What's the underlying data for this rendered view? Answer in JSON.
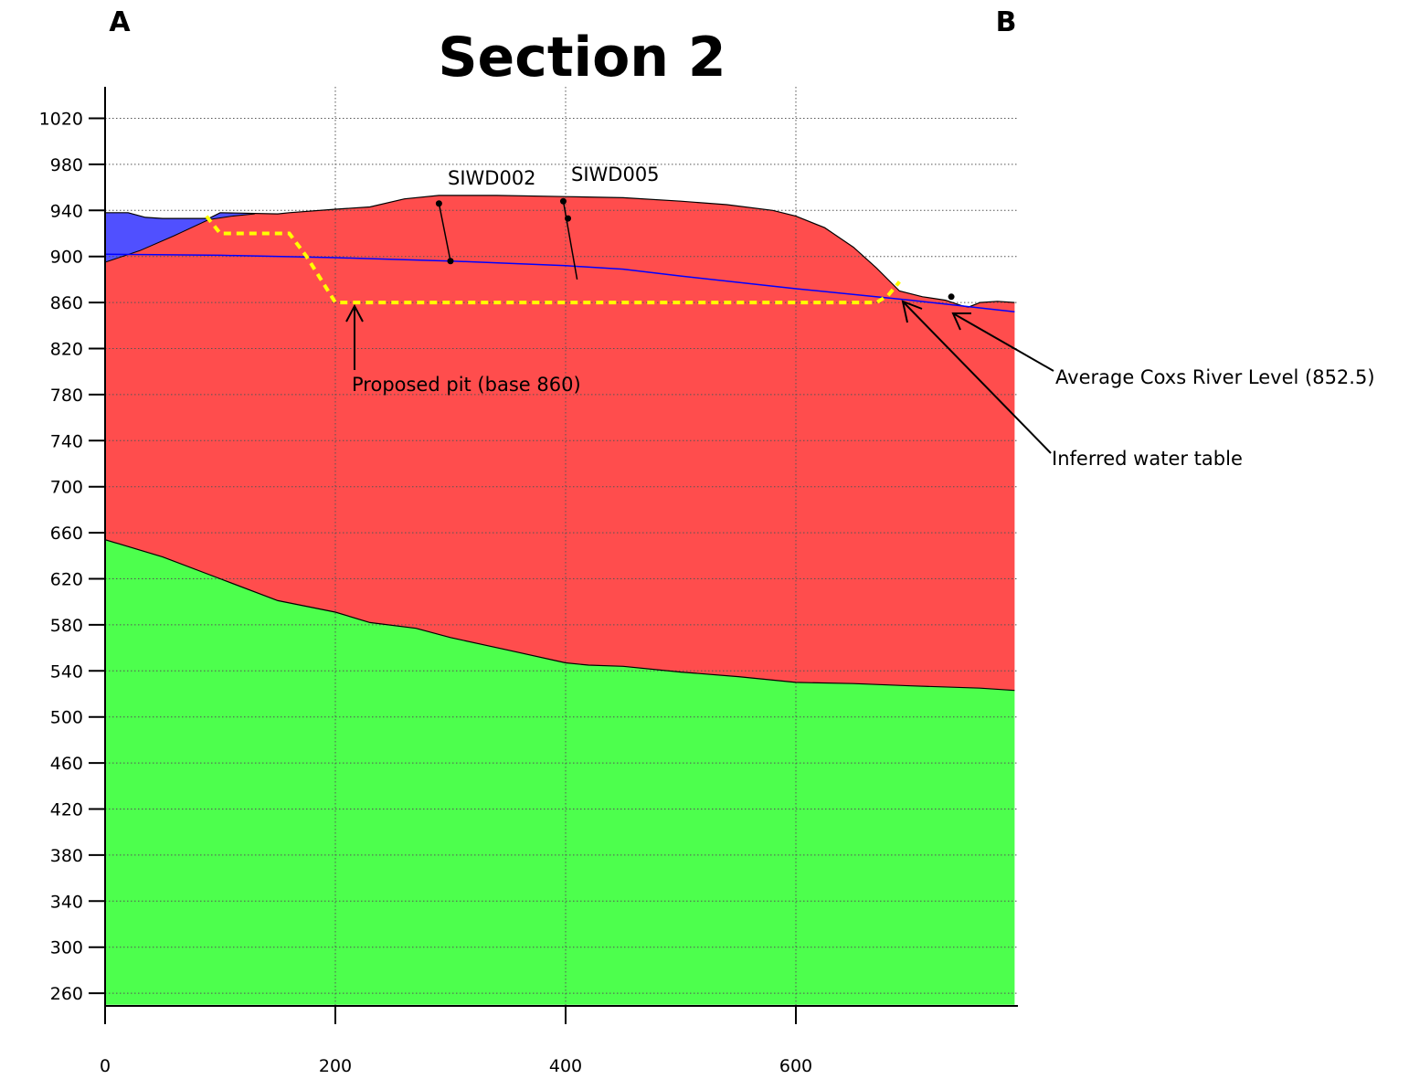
{
  "chart_data": {
    "type": "area",
    "title": "Section 2",
    "corner_labels": {
      "left": "A",
      "right": "B"
    },
    "xlabel": "",
    "ylabel": "",
    "xlim": [
      0,
      790
    ],
    "ylim": [
      250,
      1050
    ],
    "x_ticks": [
      0,
      200,
      400,
      600
    ],
    "y_ticks": [
      260,
      300,
      340,
      380,
      420,
      460,
      500,
      540,
      580,
      620,
      660,
      700,
      740,
      780,
      820,
      860,
      900,
      940,
      980,
      1020
    ],
    "grid": true,
    "colors": {
      "blue_unit": "#5050ff",
      "red_unit": "#ff4d4d",
      "green_unit": "#4dff4d",
      "water_table": "#0000ff",
      "pit_outline": "#ffff00"
    },
    "series": [
      {
        "id": "ground-surface",
        "x": [
          0,
          20,
          35,
          50,
          90,
          100,
          150,
          160,
          200,
          230,
          260,
          290,
          340,
          400,
          450,
          500,
          540,
          580,
          600,
          625,
          650,
          670,
          690,
          710,
          730,
          745,
          750,
          760,
          775,
          790
        ],
        "y": [
          938,
          938,
          934,
          933,
          933,
          938,
          937,
          938,
          941,
          943,
          950,
          953,
          953,
          952,
          951,
          948,
          945,
          940,
          935,
          925,
          908,
          890,
          870,
          865,
          862,
          857,
          856,
          860,
          861,
          860
        ]
      },
      {
        "id": "blue-unit-base",
        "x": [
          0,
          30,
          60,
          90,
          110,
          130
        ],
        "y": [
          895,
          905,
          918,
          932,
          935,
          937
        ]
      },
      {
        "id": "red-unit-base",
        "x": [
          0,
          50,
          100,
          150,
          200,
          230,
          270,
          300,
          350,
          400,
          420,
          450,
          500,
          550,
          600,
          650,
          700,
          760,
          790
        ],
        "y": [
          654,
          639,
          620,
          601,
          591,
          582,
          577,
          569,
          558,
          547,
          545,
          544,
          539,
          535,
          530,
          529,
          527,
          525,
          523
        ]
      },
      {
        "id": "inferred-water-table",
        "x": [
          0,
          100,
          200,
          300,
          400,
          450,
          500,
          600,
          700,
          790
        ],
        "y": [
          902,
          901,
          899,
          896,
          892,
          889,
          883,
          872,
          862,
          852
        ]
      },
      {
        "id": "proposed-pit-outline",
        "x": [
          88,
          100,
          160,
          175,
          195,
          200,
          670,
          680,
          690
        ],
        "y": [
          935,
          920,
          920,
          900,
          868,
          860,
          860,
          866,
          878
        ]
      }
    ],
    "boreholes": [
      {
        "name": "SIWD002",
        "top": [
          290,
          946
        ],
        "bottom": [
          300,
          896
        ]
      },
      {
        "name": "SIWD005",
        "top": [
          398,
          948
        ],
        "bottom": [
          410,
          880
        ],
        "mid": [
          402,
          933
        ]
      }
    ],
    "river_point": [
      735,
      865
    ],
    "annotations": [
      {
        "id": "proposed-pit",
        "text": "Proposed pit (base 860)"
      },
      {
        "id": "coxs-river",
        "text": "Average Coxs River Level (852.5)"
      },
      {
        "id": "water-table",
        "text": "Inferred water table"
      }
    ]
  }
}
